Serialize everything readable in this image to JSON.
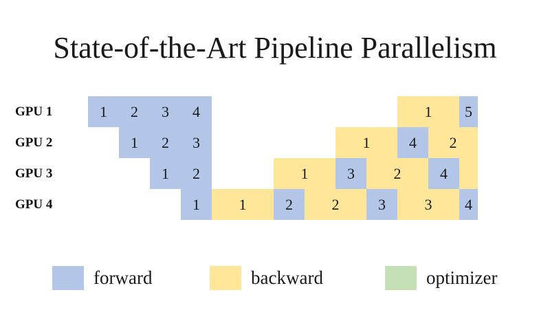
{
  "title": "State-of-the-Art Pipeline Parallelism",
  "colors": {
    "forward": "#b4c6e7",
    "backward": "#ffe699",
    "optimizer": "#c5e0b4"
  },
  "rows": [
    {
      "label": "GPU 1",
      "cells": [
        {
          "kind": "forward",
          "text": "1",
          "start": 0,
          "span": 1
        },
        {
          "kind": "forward",
          "text": "2",
          "start": 1,
          "span": 1
        },
        {
          "kind": "forward",
          "text": "3",
          "start": 2,
          "span": 1
        },
        {
          "kind": "forward",
          "text": "4",
          "start": 3,
          "span": 1
        },
        {
          "kind": "backward",
          "text": "1",
          "start": 10,
          "span": 2
        },
        {
          "kind": "forward",
          "text": "5",
          "start": 12,
          "span": 0.6
        }
      ]
    },
    {
      "label": "GPU 2",
      "cells": [
        {
          "kind": "forward",
          "text": "1",
          "start": 1,
          "span": 1
        },
        {
          "kind": "forward",
          "text": "2",
          "start": 2,
          "span": 1
        },
        {
          "kind": "forward",
          "text": "3",
          "start": 3,
          "span": 1
        },
        {
          "kind": "backward",
          "text": "1",
          "start": 8,
          "span": 2
        },
        {
          "kind": "forward",
          "text": "4",
          "start": 10,
          "span": 1
        },
        {
          "kind": "backward",
          "text": "2",
          "start": 11,
          "span": 1.6
        }
      ]
    },
    {
      "label": "GPU 3",
      "cells": [
        {
          "kind": "forward",
          "text": "1",
          "start": 2,
          "span": 1
        },
        {
          "kind": "forward",
          "text": "2",
          "start": 3,
          "span": 1
        },
        {
          "kind": "backward",
          "text": "1",
          "start": 6,
          "span": 2
        },
        {
          "kind": "forward",
          "text": "3",
          "start": 8,
          "span": 1
        },
        {
          "kind": "backward",
          "text": "2",
          "start": 9,
          "span": 2
        },
        {
          "kind": "forward",
          "text": "4",
          "start": 11,
          "span": 1
        },
        {
          "kind": "backward",
          "text": "",
          "start": 12,
          "span": 0.6
        }
      ]
    },
    {
      "label": "GPU 4",
      "cells": [
        {
          "kind": "forward",
          "text": "1",
          "start": 3,
          "span": 1
        },
        {
          "kind": "backward",
          "text": "1",
          "start": 4,
          "span": 2
        },
        {
          "kind": "forward",
          "text": "2",
          "start": 6,
          "span": 1
        },
        {
          "kind": "backward",
          "text": "2",
          "start": 7,
          "span": 2
        },
        {
          "kind": "forward",
          "text": "3",
          "start": 9,
          "span": 1
        },
        {
          "kind": "backward",
          "text": "3",
          "start": 10,
          "span": 2
        },
        {
          "kind": "forward",
          "text": "4",
          "start": 12,
          "span": 0.6
        }
      ]
    }
  ],
  "legend": [
    {
      "kind": "forward",
      "label": "forward"
    },
    {
      "kind": "backward",
      "label": "backward"
    },
    {
      "kind": "optimizer",
      "label": "optimizer"
    }
  ]
}
